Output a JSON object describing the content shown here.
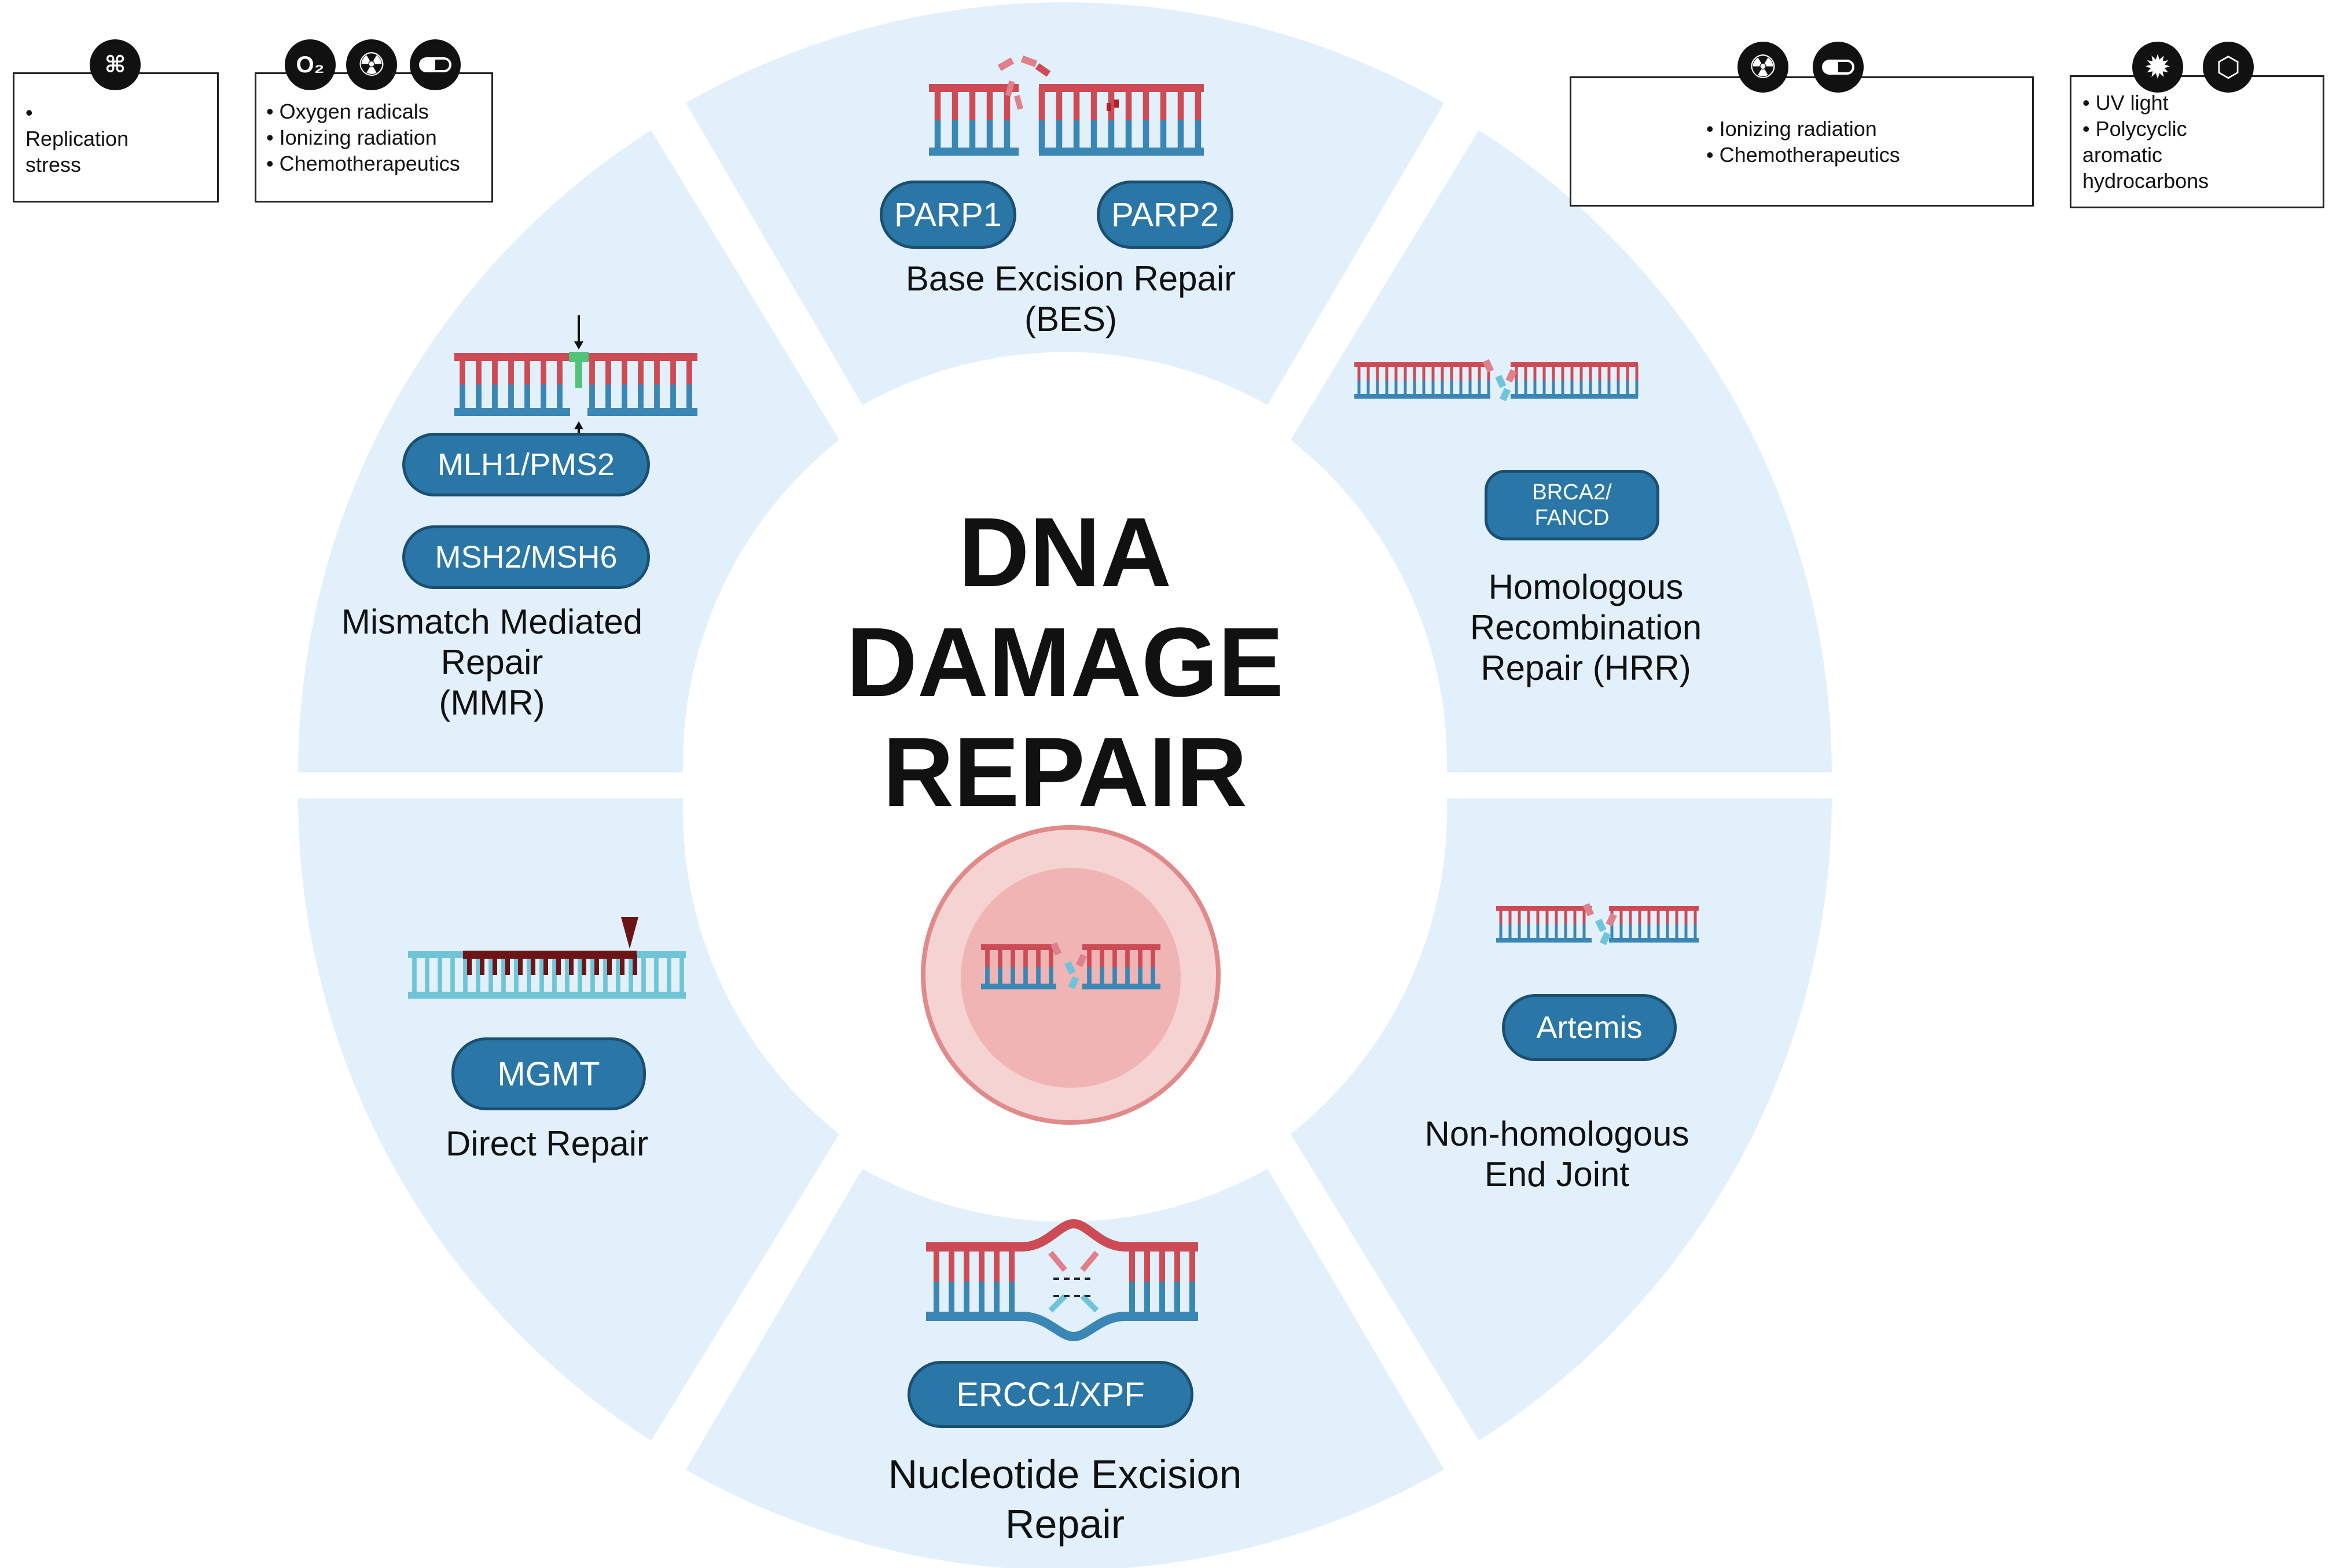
{
  "title": "DNA\nDAMAGE\nREPAIR",
  "sources": [
    {
      "icons": [
        "dna-icon"
      ],
      "text": "•\nReplication\nstress"
    },
    {
      "icons": [
        "oxygen-radical-icon",
        "radiation-icon",
        "pill-icon"
      ],
      "icon_text": "O₂",
      "text": "• Oxygen radicals\n• Ionizing radiation\n• Chemotherapeutics"
    },
    {
      "icons": [
        "radiation-icon",
        "pill-icon"
      ],
      "text": "• Ionizing radiation\n• Chemotherapeutics"
    },
    {
      "icons": [
        "sun-icon",
        "hydrocarbon-ring-icon"
      ],
      "text": "• UV light\n• Polycyclic\naromatic\nhydrocarbons"
    }
  ],
  "pathways": {
    "ber": {
      "label": "Base Excision Repair\n(BES)",
      "proteins": [
        "PARP1",
        "PARP2"
      ]
    },
    "hrr": {
      "label": "Homologous\nRecombination\nRepair (HRR)",
      "proteins": [
        "BRCA2/\nFANCD"
      ]
    },
    "nhej": {
      "label": "Non-homologous\nEnd Joint",
      "proteins": [
        "Artemis"
      ]
    },
    "ner": {
      "label": "Nucleotide Excision\nRepair",
      "proteins": [
        "ERCC1/XPF"
      ]
    },
    "direct": {
      "label": "Direct Repair",
      "proteins": [
        "MGMT"
      ]
    },
    "mmr": {
      "label": "Mismatch Mediated\nRepair\n(MMR)",
      "proteins": [
        "MLH1/PMS2",
        "MSH2/MSH6"
      ]
    }
  },
  "colors": {
    "segment": "#e2f0fb",
    "protein_pill": "#2a76a7",
    "protein_pill_border": "#1b4f72",
    "dna_red": "#cc4b55",
    "dna_blue": "#3a86b4",
    "dna_pink": "#e0808a",
    "dna_cyan": "#6fc4d8",
    "mismatch_green": "#52c47a",
    "methyl_dark": "#6b1517",
    "cell_outer": "#f6d3d3",
    "cell_inner": "#f0b4b4"
  }
}
